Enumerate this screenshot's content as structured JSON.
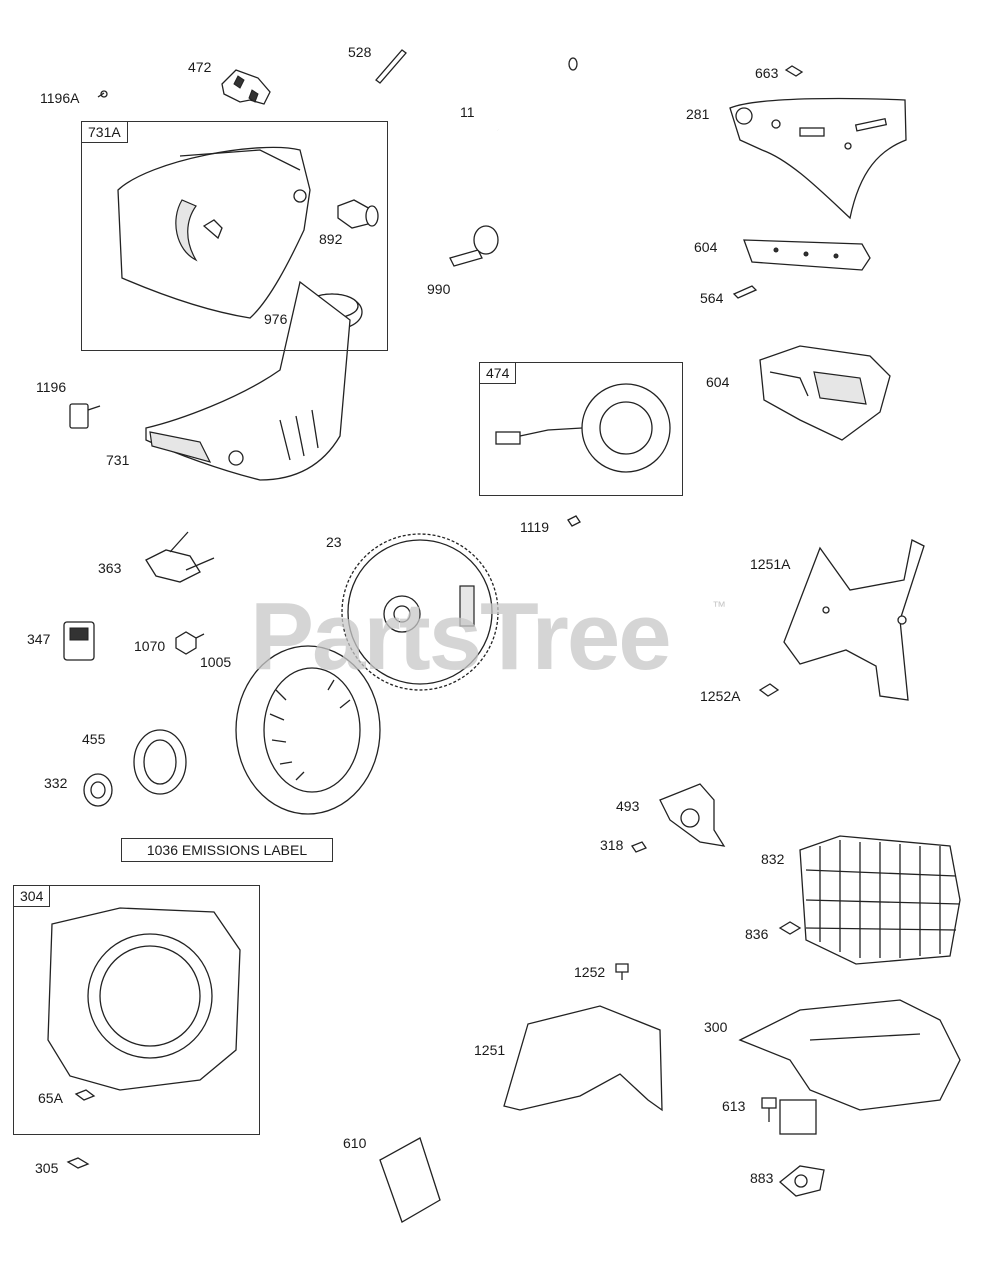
{
  "labels": {
    "l1196A": "1196A",
    "l472": "472",
    "l528": "528",
    "l11": "11",
    "l663": "663",
    "l281": "281",
    "l892": "892",
    "l976": "976",
    "l990": "990",
    "l604a": "604",
    "l564": "564",
    "l604b": "604",
    "l1196": "1196",
    "l731": "731",
    "l1119": "1119",
    "l23": "23",
    "l363": "363",
    "l1251A": "1251A",
    "l347": "347",
    "l1070": "1070",
    "l1005": "1005",
    "l1252A": "1252A",
    "l455": "455",
    "l332": "332",
    "l493": "493",
    "l318": "318",
    "l832": "832",
    "l836": "836",
    "l1252": "1252",
    "l300": "300",
    "l1251": "1251",
    "l65A": "65A",
    "l613": "613",
    "l610": "610",
    "l305": "305",
    "l883": "883"
  },
  "boxes": {
    "b731A": "731A",
    "b474": "474",
    "b304": "304"
  },
  "emissions_label": "1036 EMISSIONS LABEL",
  "watermark": "PartsTree",
  "trademark": "™"
}
